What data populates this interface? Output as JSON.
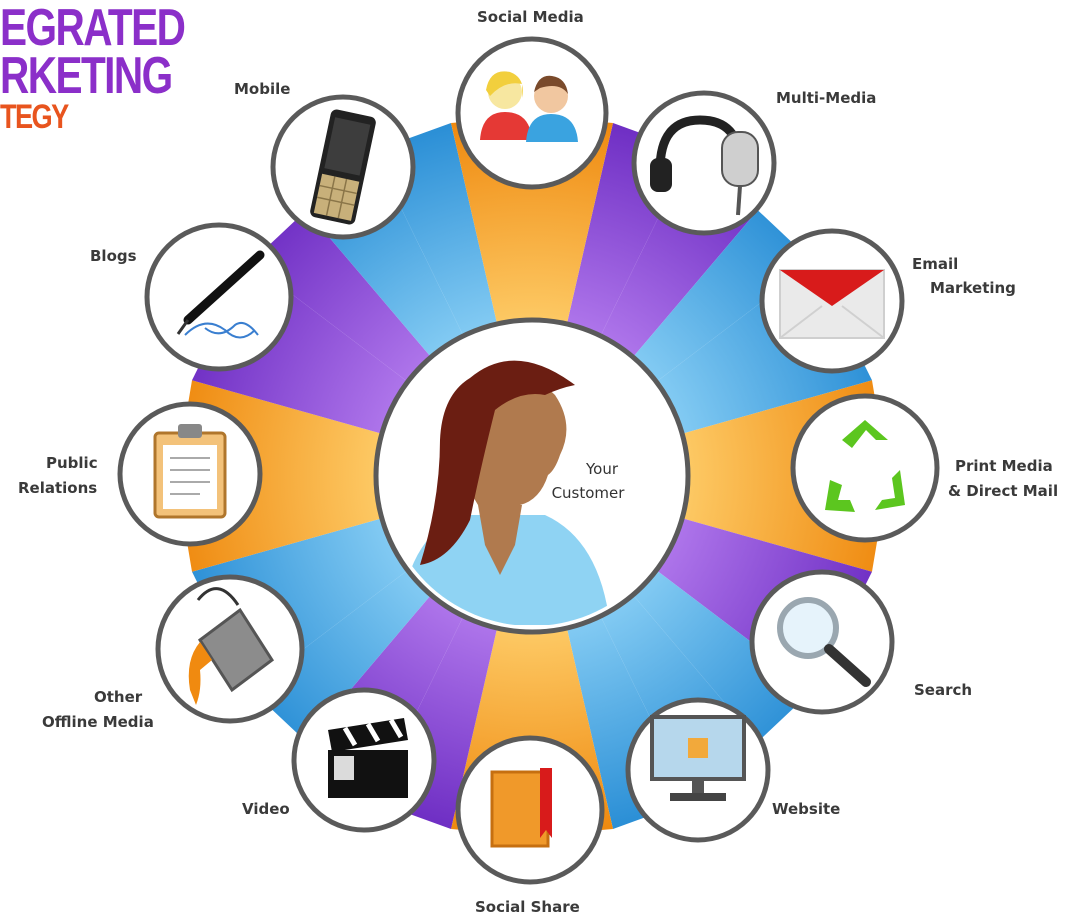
{
  "title": {
    "line1": "EGRATED",
    "line2": "RKETING",
    "line3": "TEGY",
    "color_main": "#8b2fc9",
    "color_accent": "#e8541e"
  },
  "center": {
    "label_line1": "Your",
    "label_line2": "Customer"
  },
  "channels": {
    "social_media": "Social Media",
    "multi_media": "Multi-Media",
    "email_line1": "Email",
    "email_line2": "Marketing",
    "print_line1": "Print Media",
    "print_line2": "& Direct Mail",
    "search": "Search",
    "website": "Website",
    "social_share": "Social Share",
    "video": "Video",
    "offline_line1": "Other",
    "offline_line2": "Offline Media",
    "pr_line1": "Public",
    "pr_line2": "Relations",
    "blogs": "Blogs",
    "mobile": "Mobile"
  },
  "icons": [
    "people-icon",
    "headphones-microphone-icon",
    "envelope-icon",
    "recycle-icon",
    "magnifier-icon",
    "monitor-icon",
    "book-icon",
    "clapperboard-icon",
    "paint-bucket-icon",
    "clipboard-icon",
    "pen-icon",
    "mobile-phone-icon"
  ],
  "wheel_colors": {
    "purple": "#8a45d6",
    "blue": "#3aa3e0",
    "orange": "#f39c1b"
  }
}
